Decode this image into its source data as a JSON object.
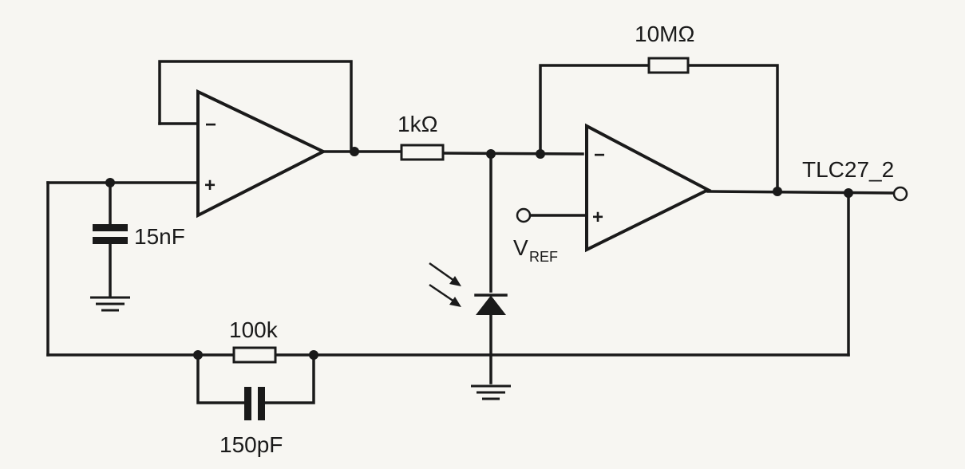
{
  "components": {
    "r_input": {
      "value": "1kΩ"
    },
    "r_feedback": {
      "value": "10MΩ"
    },
    "r_filter": {
      "value": "100k"
    },
    "c_input": {
      "value": "15nF"
    },
    "c_filter": {
      "value": "150pF"
    },
    "output": {
      "label": "TLC27_2"
    },
    "vref": {
      "main": "V",
      "sub": "REF"
    }
  },
  "opamps": {
    "u1": {
      "inverting": "−",
      "non_inverting": "+"
    },
    "u2": {
      "inverting": "−",
      "non_inverting": "+"
    }
  }
}
